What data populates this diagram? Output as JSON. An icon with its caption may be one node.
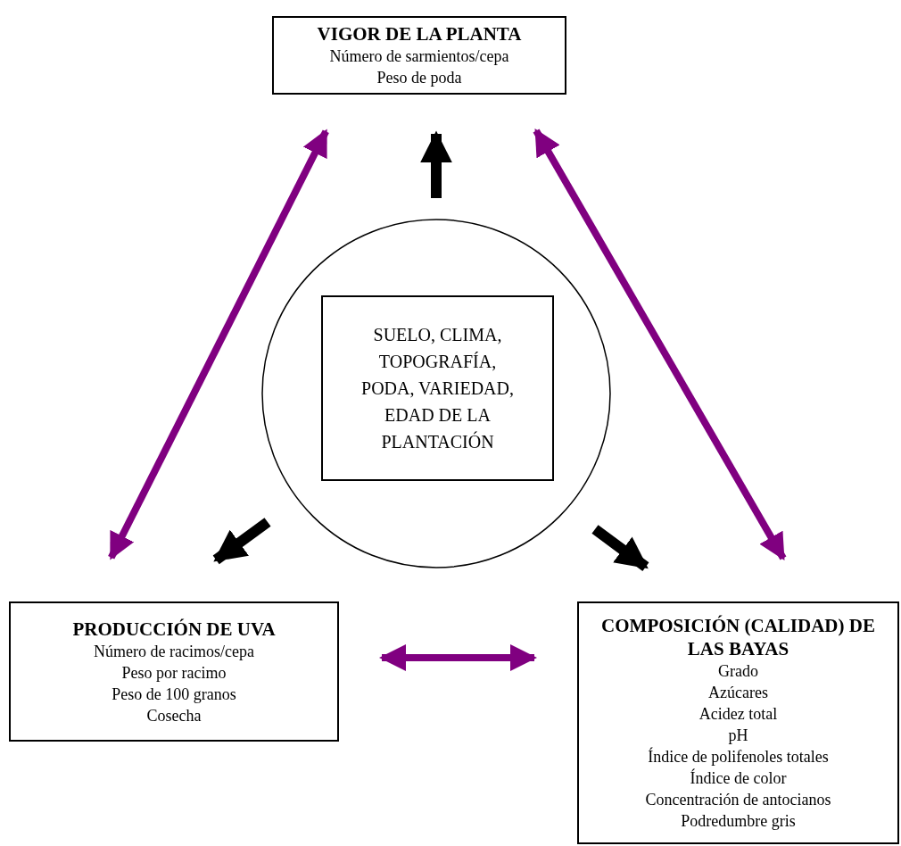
{
  "diagram": {
    "nodes": [
      {
        "text": [
          "VIGOR DE LA PLANTA",
          "Número de sarmientos/cepa",
          "Peso de poda"
        ]
      },
      {
        "text": [],
        "shape": "circle"
      },
      {
        "text": [
          "SUELO, CLIMA, TOPOGRAFÍA, PODA, VARIEDAD, EDAD DE LA PLANTACIÓN"
        ],
        "in": 1
      },
      {
        "text": [
          "PRODUCCIÓN DE UVA",
          "Número de racimos/cepa",
          "Peso por racimo",
          "Peso de 100 granos",
          "Cosecha"
        ]
      },
      {
        "text": [
          "COMPOSICIÓN (CALIDAD) DE LAS BAYAS",
          "Grado",
          "Azúcares",
          "Acidez total",
          "pH",
          "Índice de polifenoles totales",
          "Índice de color",
          "Concentración de antocianos",
          "Podredumbre gris"
        ]
      }
    ],
    "edges": [
      {
        "from": 1,
        "to": 0,
        "arrow": "to"
      },
      {
        "from": 1,
        "to": 3,
        "arrow": "to"
      },
      {
        "from": 1,
        "to": 4,
        "arrow": "to"
      },
      {
        "from": 0,
        "to": 3,
        "arrow": "both",
        "color": "#800080"
      },
      {
        "from": 0,
        "to": 4,
        "arrow": "both",
        "color": "#800080"
      },
      {
        "from": 3,
        "to": 4,
        "arrow": "both",
        "color": "#800080"
      }
    ]
  }
}
